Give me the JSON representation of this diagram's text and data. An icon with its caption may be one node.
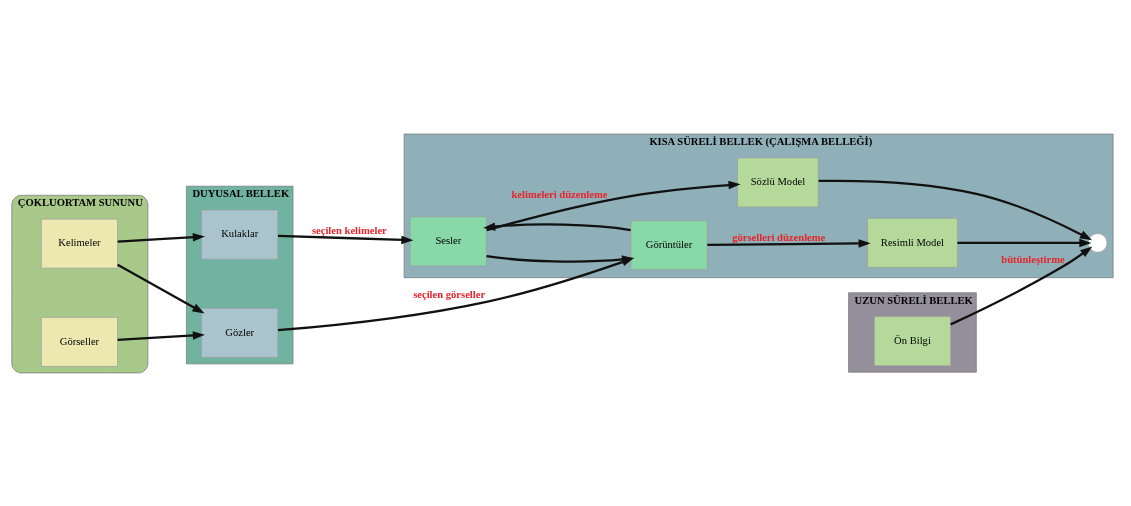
{
  "diagram": {
    "nodes": [
      {
        "text": [
          "ÇOKLUORTAM SUNUNU"
        ]
      },
      {
        "text": [
          "Kelimeler"
        ],
        "in": 0
      },
      {
        "text": [
          "Görseller"
        ],
        "in": 0
      },
      {
        "text": [
          "DUYUSAL BELLEK"
        ]
      },
      {
        "text": [
          "Kulaklar"
        ],
        "in": 3
      },
      {
        "text": [
          "Gözler"
        ],
        "in": 3
      },
      {
        "text": [
          "KISA SÜRELİ BELLEK (ÇALIŞMA BELLEĞİ)"
        ]
      },
      {
        "text": [
          "Sesler"
        ],
        "in": 6
      },
      {
        "text": [
          "Görüntüler"
        ],
        "in": 6
      },
      {
        "text": [
          "Sözlü Model"
        ],
        "in": 6
      },
      {
        "text": [
          "Resimli Model"
        ],
        "in": 6
      },
      {
        "text": [],
        "shape": "circle",
        "in": 6
      },
      {
        "text": [
          "UZUN SÜRELİ BELLEK"
        ]
      },
      {
        "text": [
          "Ön Bilgi"
        ],
        "in": 12
      }
    ],
    "edges": [
      {
        "from": 1,
        "to": 4,
        "arrow": "to"
      },
      {
        "from": 1,
        "to": 5,
        "arrow": "to"
      },
      {
        "from": 2,
        "to": 5,
        "arrow": "to"
      },
      {
        "from": 4,
        "to": 7,
        "arrow": "to",
        "label": "seçilen kelimeler"
      },
      {
        "from": 5,
        "to": 8,
        "arrow": "to",
        "label": "seçilen görseller"
      },
      {
        "from": 7,
        "to": 8,
        "arrow": "to"
      },
      {
        "from": 8,
        "to": 7,
        "arrow": "to"
      },
      {
        "from": 7,
        "to": 9,
        "arrow": "to",
        "label": "kelimeleri düzenleme"
      },
      {
        "from": 8,
        "to": 10,
        "arrow": "to",
        "label": "görselleri düzenleme"
      },
      {
        "from": 9,
        "to": 11,
        "arrow": "to"
      },
      {
        "from": 10,
        "to": 11,
        "arrow": "to"
      },
      {
        "from": 13,
        "to": 11,
        "arrow": "to",
        "label": "bütünleştirme"
      }
    ]
  }
}
